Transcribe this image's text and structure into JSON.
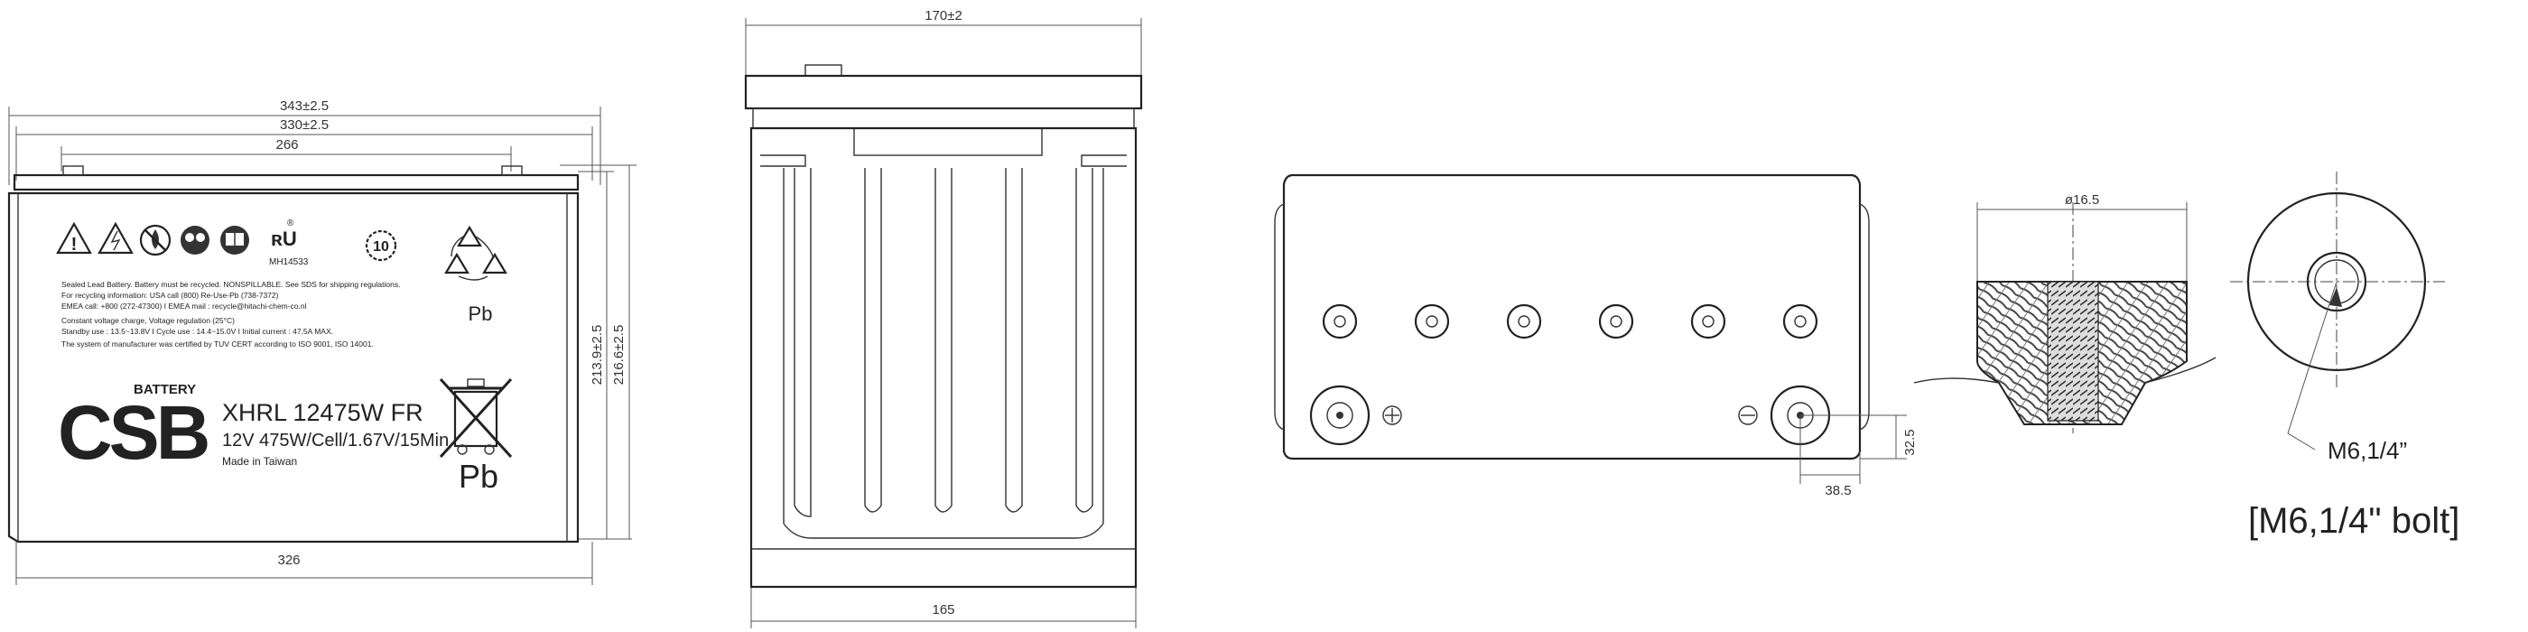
{
  "front_view": {
    "dims": {
      "overall_width": "343±2.5",
      "lid_width": "330±2.5",
      "terminal_spacing": "266",
      "height_to_lid": "213.9±2.5",
      "height_total": "216.6±2.5",
      "base_width": "326"
    },
    "label": {
      "warning_text": [
        "Sealed Lead Battery. Battery must be recycled. NONSPILLABLE. See SDS for shipping regulations.",
        "For recycling information: USA call (800) Re-Use-Pb (738-7372)",
        "EMEA call: +800 (272-47300)  I  EMEA mail : recycle@hitachi-chem-co.nl",
        "Constant voltage charge, Voltage regulation (25°C)",
        "Standby use : 13.5~13.8V  I  Cycle use : 14.4~15.0V  I  Initial current : 47.5A MAX.",
        "The system of manufacturer was certified by TUV CERT according to ISO 9001, ISO 14001."
      ],
      "cert_mark": "MH14533",
      "recycle_pb": "Pb",
      "brand_battery": "BATTERY",
      "brand_logo": "CSB",
      "model": "XHRL 12475W FR",
      "rating": "12V 475W/Cell/1.67V/15Min",
      "origin": "Made in Taiwan",
      "bin_pb": "Pb",
      "ten_year": "10"
    }
  },
  "side_view": {
    "dims": {
      "top_width": "170±2",
      "bottom_width": "165"
    }
  },
  "top_view": {
    "dims": {
      "terminal_offset_x": "38.5",
      "terminal_offset_y": "32.5"
    }
  },
  "terminal_detail": {
    "diameter": "ø16.5",
    "bolt_callout": "M6,1/4”",
    "caption": "[M6,1/4\" bolt]"
  }
}
